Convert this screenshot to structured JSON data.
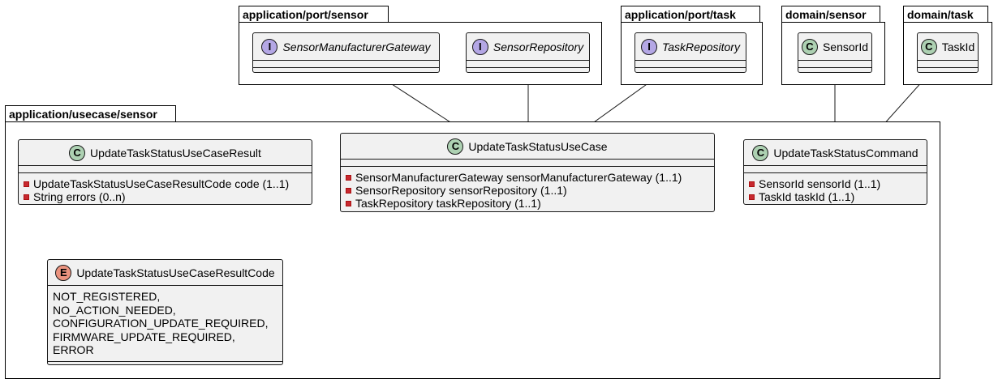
{
  "packages": {
    "port_sensor": "application/port/sensor",
    "port_task": "application/port/task",
    "domain_sensor": "domain/sensor",
    "domain_task": "domain/task",
    "usecase_sensor": "application/usecase/sensor"
  },
  "stereotypes": {
    "interface": "I",
    "class": "C",
    "enum": "E"
  },
  "interfaces": {
    "sensor_manufacturer_gateway": "SensorManufacturerGateway",
    "sensor_repository": "SensorRepository",
    "task_repository": "TaskRepository"
  },
  "classes": {
    "sensor_id": "SensorId",
    "task_id": "TaskId",
    "use_case_result": {
      "name": "UpdateTaskStatusUseCaseResult",
      "attributes": [
        "UpdateTaskStatusUseCaseResultCode code (1..1)",
        "String errors (0..n)"
      ]
    },
    "use_case": {
      "name": "UpdateTaskStatusUseCase",
      "attributes": [
        "SensorManufacturerGateway sensorManufacturerGateway (1..1)",
        "SensorRepository sensorRepository (1..1)",
        "TaskRepository taskRepository (1..1)"
      ]
    },
    "command": {
      "name": "UpdateTaskStatusCommand",
      "attributes": [
        "SensorId sensorId (1..1)",
        "TaskId taskId (1..1)"
      ]
    }
  },
  "enums": {
    "result_code": {
      "name": "UpdateTaskStatusUseCaseResultCode",
      "literals": [
        "NOT_REGISTERED,",
        "NO_ACTION_NEEDED,",
        "CONFIGURATION_UPDATE_REQUIRED,",
        "FIRMWARE_UPDATE_REQUIRED,",
        "ERROR"
      ]
    }
  },
  "colors": {
    "class_fill": "#f1f1f1",
    "interface_marker": "#b4a7e5",
    "class_marker": "#add1b2",
    "enum_marker": "#eb937f",
    "private_marker": "#c82930"
  }
}
